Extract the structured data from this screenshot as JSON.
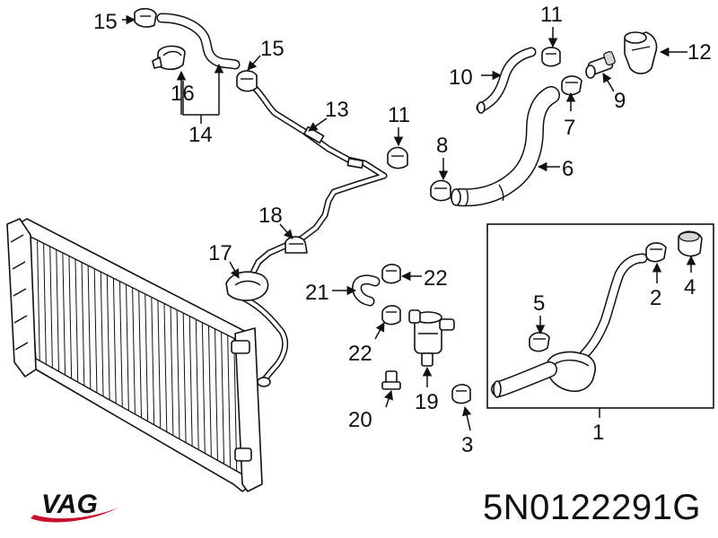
{
  "brand": {
    "name": "VAG",
    "swoosh_color": "#c8102e",
    "text_color": "#111111"
  },
  "part_number": "5N0122291G",
  "callouts": {
    "c1": "1",
    "c2": "2",
    "c3": "3",
    "c4": "4",
    "c5": "5",
    "c6": "6",
    "c7": "7",
    "c8": "8",
    "c9": "9",
    "c10": "10",
    "c11a": "11",
    "c11b": "11",
    "c12": "12",
    "c13": "13",
    "c14": "14",
    "c15a": "15",
    "c15b": "15",
    "c16": "16",
    "c17": "17",
    "c18": "18",
    "c19": "19",
    "c20": "20",
    "c21": "21",
    "c22a": "22",
    "c22b": "22"
  }
}
